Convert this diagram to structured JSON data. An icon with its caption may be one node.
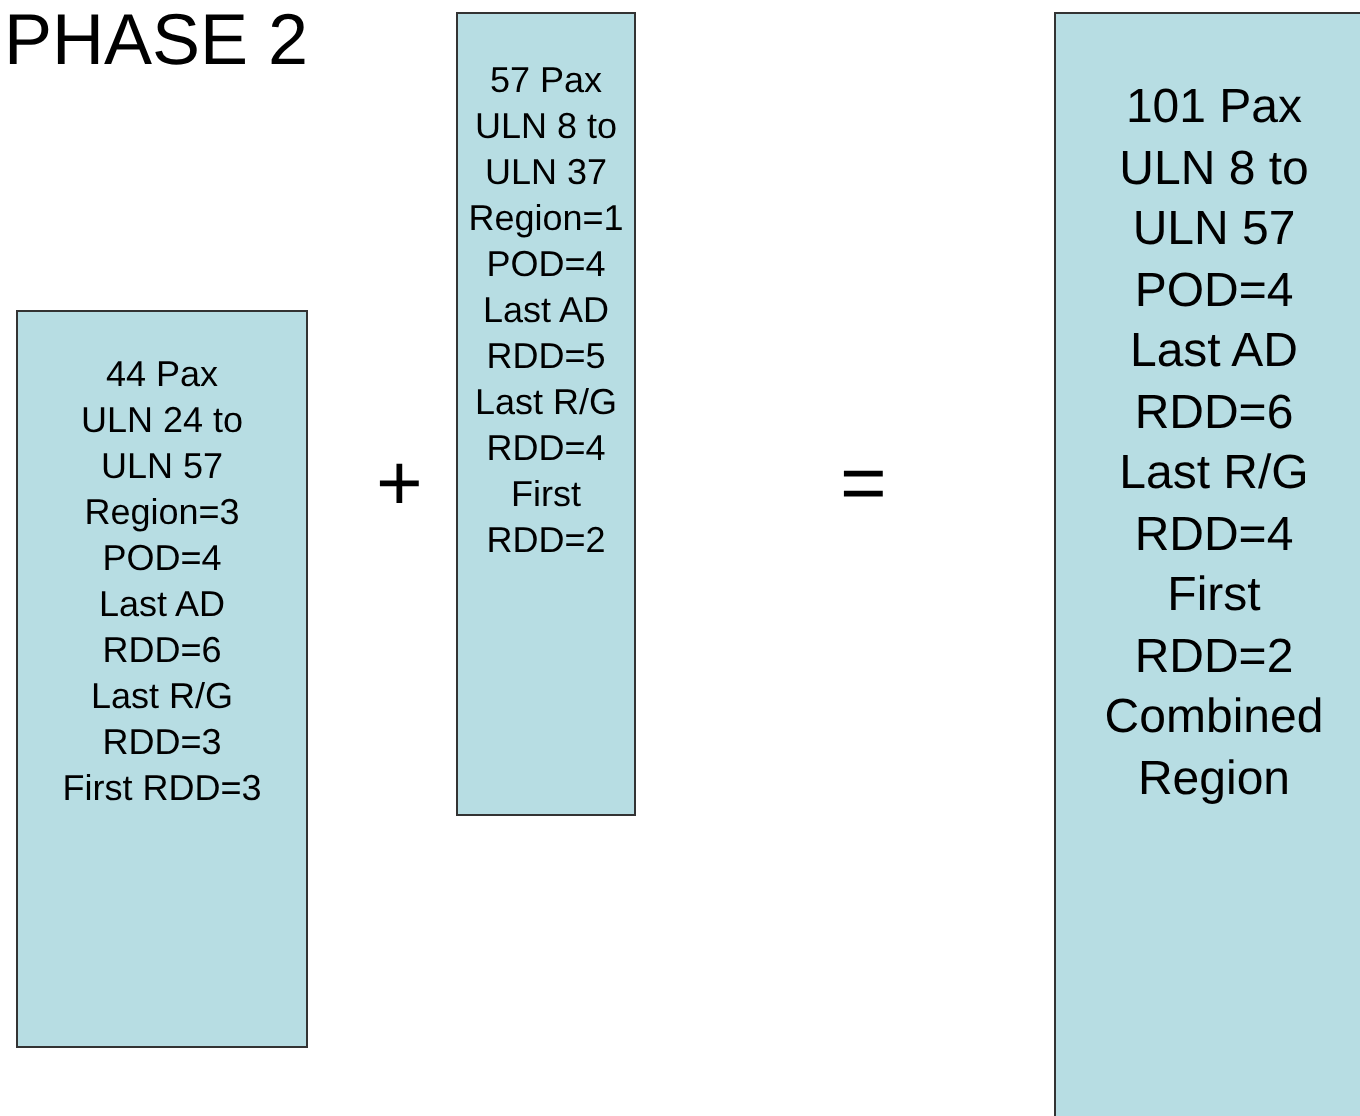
{
  "diagram": {
    "title": "PHASE 2",
    "nodes": [
      {
        "text": [
          "44 Pax",
          "ULN 24 to ULN 57",
          "Region=3",
          "POD=4",
          "Last AD RDD=6",
          "Last R/G RDD=3",
          "First RDD=3"
        ]
      },
      {
        "text": [
          "57 Pax",
          "ULN 8 to ULN 37",
          "Region=1",
          "POD=4",
          "Last AD RDD=5",
          "Last R/G RDD=4",
          "First RDD=2"
        ]
      },
      {
        "text": [
          "101 Pax",
          "ULN 8 to ULN 57",
          "POD=4",
          "Last AD RDD=6",
          "Last R/G RDD=4",
          "First RDD=2",
          "Combined Region"
        ]
      }
    ],
    "edges": [],
    "labels": [
      "+",
      "="
    ]
  }
}
